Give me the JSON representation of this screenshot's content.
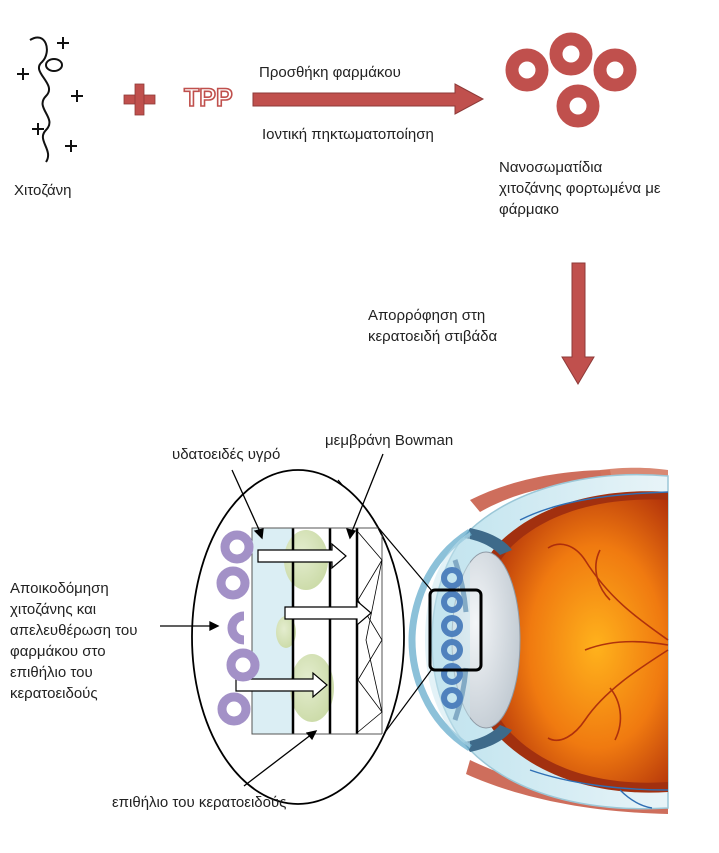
{
  "labels": {
    "chitosan": "Χιτοζάνη",
    "tpp": "TPP",
    "drug_addition": "Προσθήκη φαρμάκου",
    "ionic_gelation": "Ιοντική πηκτωματοποίηση",
    "nanoparticles": [
      "Νανοσωματίδια",
      "χιτοζάνης φορτωμένα με",
      "φάρμακο"
    ],
    "absorption": [
      "Απορρόφηση στη",
      "κερατοειδή στιβάδα"
    ],
    "aqueous_humor": "υδατοειδές υγρό",
    "bowman_membrane": "μεμβράνη Bowman",
    "degradation": [
      "Αποικοδόμηση",
      "χιτοζάνης και",
      "απελευθέρωση του",
      "φαρμάκου στο",
      "επιθήλιο του",
      "κερατοειδούς"
    ],
    "corneal_epithelium": "επιθήλιο του κερατοειδούς"
  },
  "colors": {
    "arrow_red": "#c0504d",
    "ring_red": "#c0504d",
    "ring_purple": "#a391c7",
    "ring_blue": "#4f81bd",
    "cell_green": "#d7e4bd",
    "aqueous_blue": "#dbeef4",
    "eye_orange": "#e36c09"
  }
}
